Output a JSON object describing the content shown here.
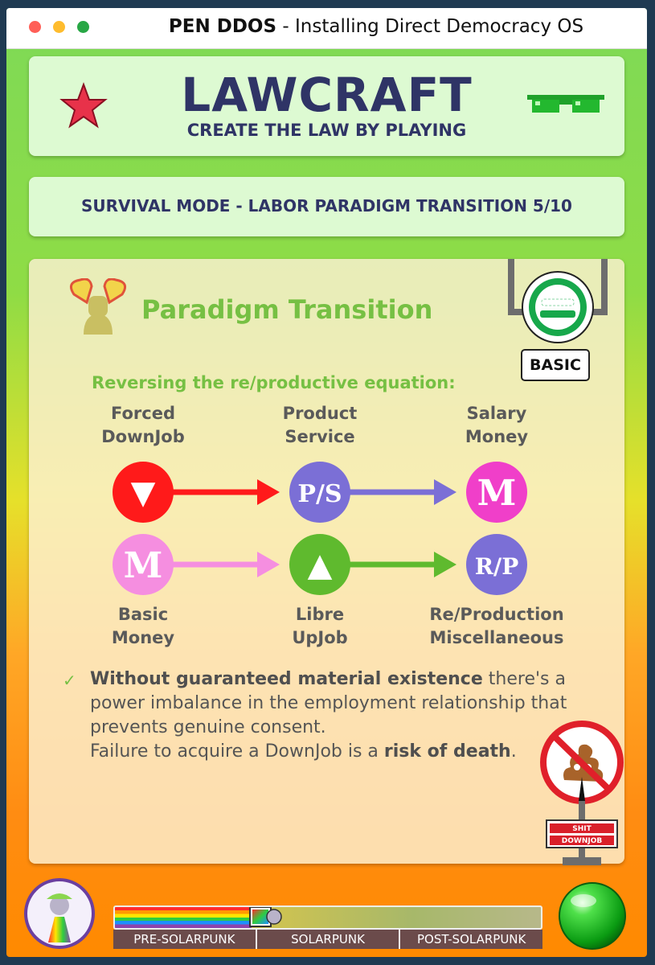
{
  "window": {
    "title_bold": "PEN DDOS",
    "title_rest": " - Installing Direct Democracy OS"
  },
  "header": {
    "title": "LAWCRAFT",
    "subtitle": "CREATE THE LAW BY PLAYING"
  },
  "mode": {
    "text": "SURVIVAL MODE - LABOR PARADIGM TRANSITION 5/10"
  },
  "card": {
    "title": "Paradigm Transition",
    "level_badge": "BASIC",
    "subtitle": "Reversing the re/productive equation:",
    "top_row": [
      {
        "label_1": "Forced",
        "label_2": "DownJob",
        "symbol": "▼",
        "color": "#ff1a1a"
      },
      {
        "label_1": "Product",
        "label_2": "Service",
        "symbol": "P/S",
        "color": "#7b6fd6"
      },
      {
        "label_1": "Salary",
        "label_2": "Money",
        "symbol": "M",
        "color": "#f03fc9"
      }
    ],
    "bottom_row": [
      {
        "label_1": "Basic",
        "label_2": "Money",
        "symbol": "M",
        "color": "#f58ee0"
      },
      {
        "label_1": "Libre",
        "label_2": "UpJob",
        "symbol": "▲",
        "color": "#5fba2e"
      },
      {
        "label_1": "Re/Production",
        "label_2": "Miscellaneous",
        "symbol": "R/P",
        "color": "#7b6fd6"
      }
    ],
    "body": {
      "bold_1": "Without guaranteed material existence",
      "text_1": " there's a power imbalance in the employment relationship that prevents genuine consent.",
      "text_2": "Failure to acquire a DownJob is a ",
      "bold_2": "risk of death",
      "text_3": "."
    },
    "sign": {
      "line_1": "SHIT",
      "line_2": "DOWNJOB"
    }
  },
  "progress": {
    "fraction": 0.32,
    "stages": [
      "PRE-SOLARPUNK",
      "SOLARPUNK",
      "POST-SOLARPUNK"
    ]
  },
  "colors": {
    "navy": "#2f3466",
    "accent_green": "#76c043"
  }
}
